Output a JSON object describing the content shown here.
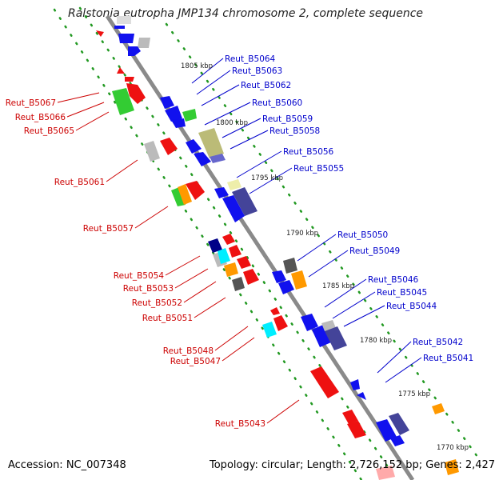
{
  "title": "Ralstonia eutropha JMP134 chromosome 2, complete sequence",
  "footer": {
    "accession": "Accession: NC_007348",
    "summary": "Topology: circular; Length: 2,726,152 bp; Genes: 2,427"
  },
  "colors": {
    "backbone": "#888888",
    "dots": "#229922",
    "forward_label": "#0000cc",
    "reverse_label": "#cc0000"
  },
  "kbp_marks": [
    {
      "label": "1805 kbp",
      "pos": 1805
    },
    {
      "label": "1800 kbp",
      "pos": 1800
    },
    {
      "label": "1795 kbp",
      "pos": 1795
    },
    {
      "label": "1790 kbp",
      "pos": 1790
    },
    {
      "label": "1785 kbp",
      "pos": 1785
    },
    {
      "label": "1780 kbp",
      "pos": 1780
    },
    {
      "label": "1775 kbp",
      "pos": 1775
    },
    {
      "label": "1770 kbp",
      "pos": 1770
    }
  ],
  "forward_genes": [
    {
      "name": "Reut_B5064"
    },
    {
      "name": "Reut_B5063"
    },
    {
      "name": "Reut_B5062"
    },
    {
      "name": "Reut_B5060"
    },
    {
      "name": "Reut_B5059"
    },
    {
      "name": "Reut_B5058"
    },
    {
      "name": "Reut_B5056"
    },
    {
      "name": "Reut_B5055"
    },
    {
      "name": "Reut_B5050"
    },
    {
      "name": "Reut_B5049"
    },
    {
      "name": "Reut_B5046"
    },
    {
      "name": "Reut_B5045"
    },
    {
      "name": "Reut_B5044"
    },
    {
      "name": "Reut_B5042"
    },
    {
      "name": "Reut_B5041"
    }
  ],
  "reverse_genes": [
    {
      "name": "Reut_B5067"
    },
    {
      "name": "Reut_B5066"
    },
    {
      "name": "Reut_B5065"
    },
    {
      "name": "Reut_B5061"
    },
    {
      "name": "Reut_B5057"
    },
    {
      "name": "Reut_B5054"
    },
    {
      "name": "Reut_B5053"
    },
    {
      "name": "Reut_B5052"
    },
    {
      "name": "Reut_B5051"
    },
    {
      "name": "Reut_B5048"
    },
    {
      "name": "Reut_B5047"
    },
    {
      "name": "Reut_B5043"
    }
  ]
}
